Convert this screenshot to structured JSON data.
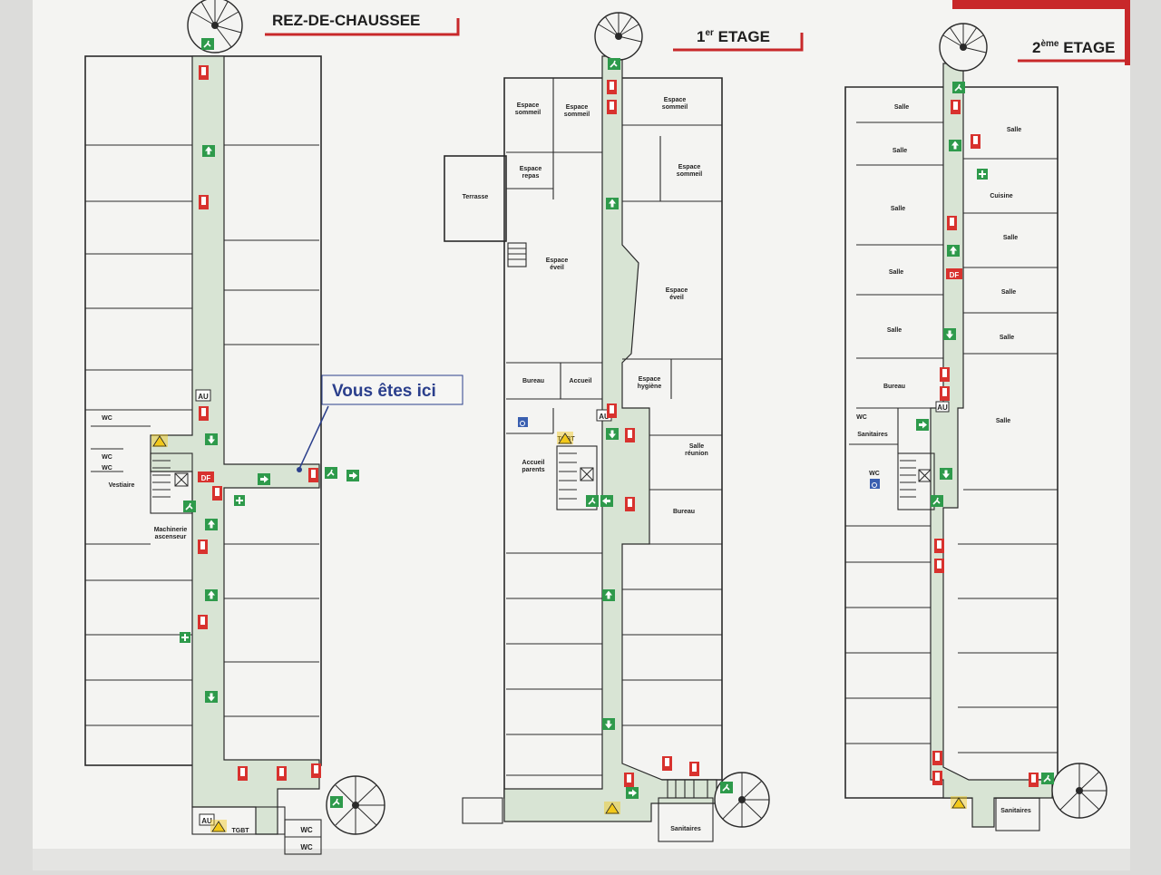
{
  "image": {
    "floors": [
      {
        "title": "REZ-DE-CHAUSSEE"
      },
      {
        "title_main": "1",
        "title_sup": "er",
        "title_rest": " ETAGE"
      },
      {
        "title_main": "2",
        "title_sup": "ème",
        "title_rest": " ETAGE"
      }
    ],
    "you_are_here": "Vous êtes ici",
    "labels": {
      "wc": "WC",
      "vestiaire": "Vestiaire",
      "machinerie": "Machinerie",
      "ascenseur": "ascenseur",
      "tgbt": "TGBT",
      "au": "AU",
      "df": "DF",
      "terrasse": "Terrasse",
      "espace_sommeil": "Espace",
      "sommeil": "sommeil",
      "espace_repas": "repas",
      "espace_eveil": "éveil",
      "bureau": "Bureau",
      "accueil": "Accueil",
      "espace_hygiene": "hygiène",
      "salle": "Salle",
      "reunion": "réunion",
      "accueil_parents": "parents",
      "sanitaires": "Sanitaires",
      "cuisine": "Cuisine"
    },
    "colors": {
      "wall_panel": "#dcdcda",
      "board": "#f4f4f2",
      "corridor": "#d8e4d4",
      "exit_green": "#2e9a4b",
      "fire_red": "#d8322e",
      "title_red": "#c8282a",
      "marker_blue": "#2b3f8c",
      "hazard_yellow": "#f2c81a"
    },
    "icons": [
      "spiral-staircase-icon",
      "emergency-exit-icon",
      "fire-extinguisher-icon",
      "arrow-icon",
      "first-aid-icon",
      "wheelchair-icon",
      "hazard-icon",
      "elevator-icon"
    ]
  }
}
